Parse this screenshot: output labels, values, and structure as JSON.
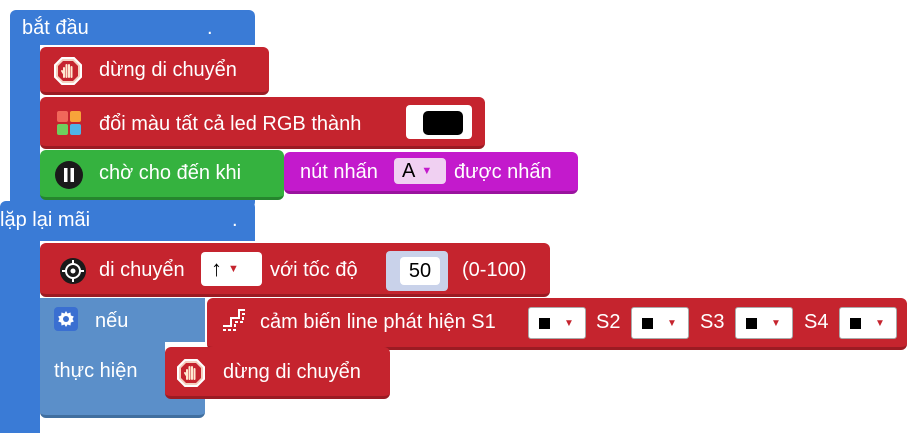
{
  "start_block": {
    "label": "bắt đầu",
    "dot": "."
  },
  "stop_block_1": {
    "label": "dừng di chuyển",
    "icon": "stop-hand-icon"
  },
  "led_block": {
    "label": "đổi màu tất cả led RGB thành",
    "icon": "rgb-grid-icon",
    "color_value": "#000000"
  },
  "wait_block": {
    "label": "chờ cho đến khi",
    "icon": "pause-icon"
  },
  "button_block": {
    "label_before": "nút nhấn",
    "button_value": "A",
    "label_after": "được nhấn"
  },
  "loop_block": {
    "label": "lặp lại mãi",
    "dot": "."
  },
  "move_block": {
    "label": "di chuyển",
    "direction": "↑",
    "speed_label": "với tốc độ",
    "speed_value": "50",
    "range_label": "(0-100)",
    "icon": "wheel-icon"
  },
  "if_block": {
    "if_label": "nếu",
    "then_label": "thực hiện",
    "icon": "gear-icon"
  },
  "line_sensor_block": {
    "label": "cảm biến line phát hiện S1",
    "s2": "S2",
    "s3": "S3",
    "s4": "S4",
    "icon": "line-sensor-icon"
  },
  "stop_block_2": {
    "label": "dừng di chuyển",
    "icon": "stop-hand-icon"
  },
  "colors": {
    "start_blue": "#3a7bd6",
    "motion_red": "#c5242e",
    "wait_green": "#35b23f",
    "button_magenta": "#c31acc",
    "control_steel": "#5b8fc9"
  }
}
